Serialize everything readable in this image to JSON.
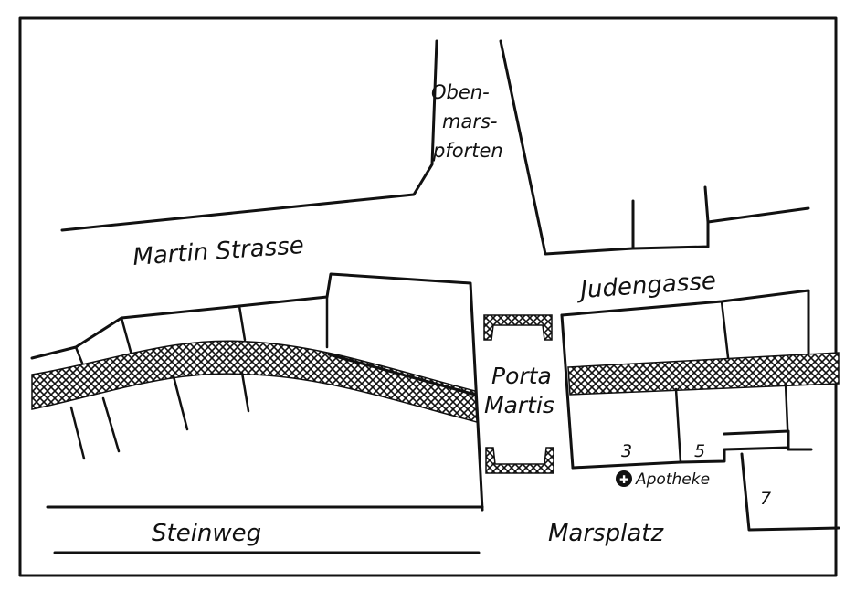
{
  "map": {
    "streets": {
      "obenmarspforten": [
        "Oben-",
        "mars-",
        "pforten"
      ],
      "martin_strasse": "Martin Strasse",
      "judengasse": "Judengasse",
      "steinweg": "Steinweg",
      "marsplatz": "Marsplatz"
    },
    "gate": {
      "line1": "Porta",
      "line2": "Martis"
    },
    "house_numbers": {
      "n3": "3",
      "n5": "5",
      "n7": "7"
    },
    "landmark": {
      "apotheke": "Apotheke",
      "apotheke_symbol": "✚"
    },
    "colors": {
      "ink": "#111111",
      "paper": "#ffffff"
    }
  }
}
